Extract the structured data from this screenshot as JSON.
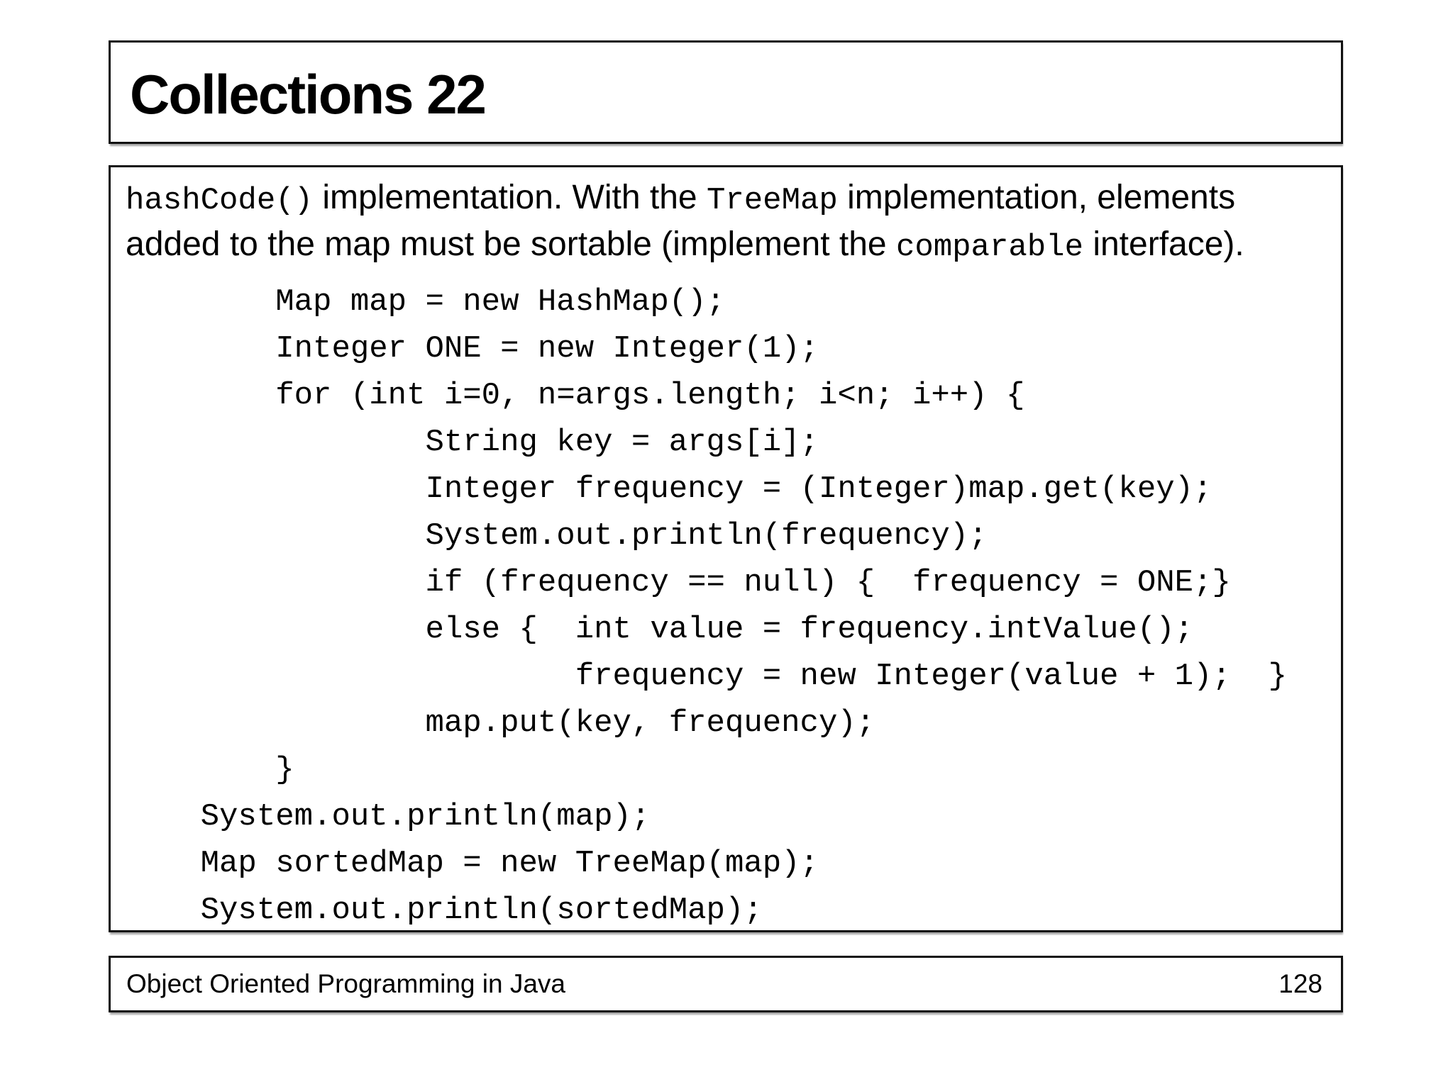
{
  "slide": {
    "title": "Collections 22",
    "intro_lines": [
      [
        {
          "text": "hashCode()",
          "mono": true
        },
        {
          "text": " implementation. With the ",
          "mono": false
        },
        {
          "text": "TreeMap",
          "mono": true
        },
        {
          "text": " implementation, elements",
          "mono": false
        }
      ],
      [
        {
          "text": "added to the map must be sortable (implement the ",
          "mono": false
        },
        {
          "text": "comparable",
          "mono": true
        },
        {
          "text": " interface).",
          "mono": false
        }
      ]
    ],
    "code_lines": [
      "        Map map = new HashMap();",
      "        Integer ONE = new Integer(1);",
      "        for (int i=0, n=args.length; i<n; i++) {",
      "                String key = args[i];",
      "                Integer frequency = (Integer)map.get(key);",
      "                System.out.println(frequency);",
      "                if (frequency == null) {  frequency = ONE;}",
      "                else {  int value = frequency.intValue();",
      "                        frequency = new Integer(value + 1);  }",
      "                map.put(key, frequency);",
      "        }",
      "    System.out.println(map);",
      "    Map sortedMap = new TreeMap(map);",
      "    System.out.println(sortedMap);"
    ],
    "footer": {
      "course": "Object Oriented Programming in Java",
      "page_number": "128"
    }
  },
  "colors": {
    "background": "#ffffff",
    "text": "#000000",
    "border": "#111111"
  }
}
